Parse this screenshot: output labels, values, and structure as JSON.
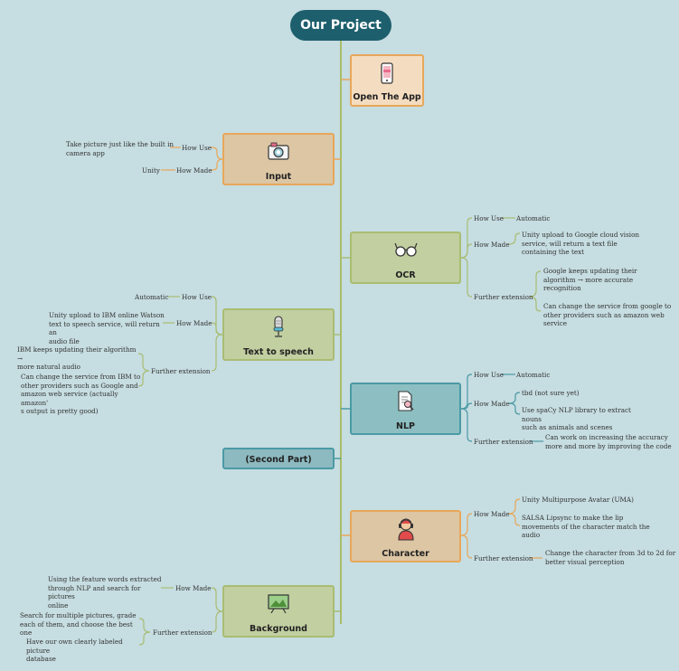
{
  "root": "Our Project",
  "nodes": {
    "open_app": "Open The App",
    "input": "Input",
    "ocr": "OCR",
    "tts": "Text to speech",
    "nlp": "NLP",
    "second": "(Second Part)",
    "character": "Character",
    "background": "Background"
  },
  "input": {
    "how_use": "How Use",
    "how_use_text": "Take picture just like the built in\ncamera app",
    "how_made": "How Made",
    "how_made_text": "Unity"
  },
  "ocr": {
    "how_use": "How Use",
    "how_use_text": "Automatic",
    "how_made": "How Made",
    "how_made_text": "Unity upload to Google cloud vision\nservice, will return a text file\ncontaining the text",
    "further": "Further extension",
    "further_1": "Google keeps updating their\nalgorithm → more accurate\nrecognition",
    "further_2": "Can change the service from google to\nother providers such as amazon web\nservice"
  },
  "tts": {
    "how_use": "How Use",
    "how_use_text": "Automatic",
    "how_made": "How Made",
    "how_made_text": "Unity upload to IBM online Watson\ntext to speech service, will return an\naudio file",
    "further": "Further extension",
    "further_1": "IBM keeps updating their algorithm →\nmore natural audio",
    "further_2": "Can change the service from IBM to\nother providers such as Google and\namazon web service (actually amazon'\ns output is pretty good)"
  },
  "nlp": {
    "how_use": "How Use",
    "how_use_text": "Automatic",
    "how_made": "How Made",
    "how_made_1": "tbd (not sure yet)",
    "how_made_2": "Use spaCy NLP library to extract nouns\nsuch as animals and scenes",
    "further": "Further extension",
    "further_text": "Can work on increasing the accuracy\nmore and more by improving the code"
  },
  "character": {
    "how_made": "How Made",
    "how_made_1": "Unity Multipurpose Avatar (UMA)",
    "how_made_2": "SALSA Lipsync to make the lip\nmovements of the character match the\naudio",
    "further": "Further extension",
    "further_text": "Change the character from 3d to 2d for\nbetter visual perception"
  },
  "background": {
    "how_made": "How Made",
    "how_made_text": "Using the feature words extracted\nthrough NLP and search for pictures\nonline",
    "further": "Further extension",
    "further_1": "Search for multiple pictures, grade\neach of them, and choose the best one",
    "further_2": "Have our own clearly labeled picture\ndatabase"
  },
  "colors": {
    "trunk": "#a3b54a",
    "orange": "#e8a75a",
    "green": "#a9bd72",
    "teal": "#4a9aa5",
    "gray": "#9ab0b4"
  },
  "icons": {
    "open_app": "phone-icon",
    "input": "camera-icon",
    "ocr": "glasses-icon",
    "tts": "microphone-icon",
    "nlp": "document-search-icon",
    "character": "person-headset-icon",
    "background": "picture-board-icon"
  }
}
